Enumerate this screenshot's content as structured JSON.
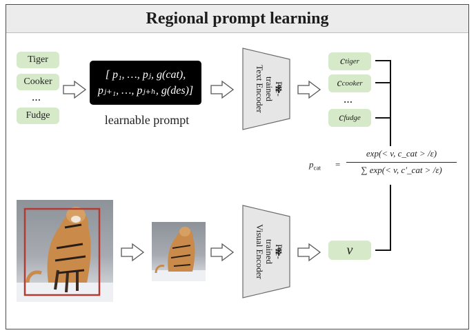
{
  "title": "Regional prompt learning",
  "class_names": [
    "Tiger",
    "Cooker",
    "Fudge"
  ],
  "ellipsis": "…",
  "prompt": {
    "line1": "[ p₁, …, pⱼ, g(cat),",
    "line2": "pⱼ₊₁, …, pⱼ₊ₕ, g(des)]",
    "caption": "learnable prompt"
  },
  "text_encoder": {
    "line1": "Pre-",
    "line2": "trained",
    "line3": "Text Encoder"
  },
  "visual_encoder": {
    "line1": "Pre-",
    "line2": "trained",
    "line3": "Visual Encoder"
  },
  "frozen_icon": "snowflake-icon",
  "snowflake": "❄",
  "text_features": [
    "c_tiger",
    "c_cooker",
    "c_fudge"
  ],
  "text_feature_labels": {
    "c": "c",
    "subs": [
      "tiger",
      "cooker",
      "fudge"
    ]
  },
  "visual_feature": "v",
  "formula": {
    "lhs": "p",
    "lhs_sub": "cat",
    "eq": "=",
    "numerator": "exp(< v, c_cat > /ε)",
    "denominator": "∑ exp(< v, c′_cat > /ε)"
  },
  "colors": {
    "chip_green": "#d6e9c9",
    "bbox_red": "#b23a33",
    "encoder_fill": "#e6e6e6",
    "title_bg": "#ececec"
  }
}
